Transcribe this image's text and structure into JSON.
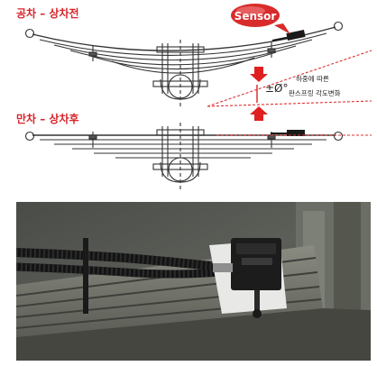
{
  "labels": {
    "empty_state": "공차 – 상차전",
    "loaded_state": "만차 – 상차후",
    "sensor": "Sensor",
    "angle_symbol": "±Ø°",
    "angle_note_line1": "하중에 따른",
    "angle_note_line2": "판스프링 각도변화"
  },
  "colors": {
    "state_label": "#d7262b",
    "sensor_bubble": "#d92b2b",
    "arrow": "#e02020",
    "guide_line": "#e03030",
    "spring_stroke": "#333333"
  },
  "photo": {
    "icon": "installed-sensor-photo"
  }
}
